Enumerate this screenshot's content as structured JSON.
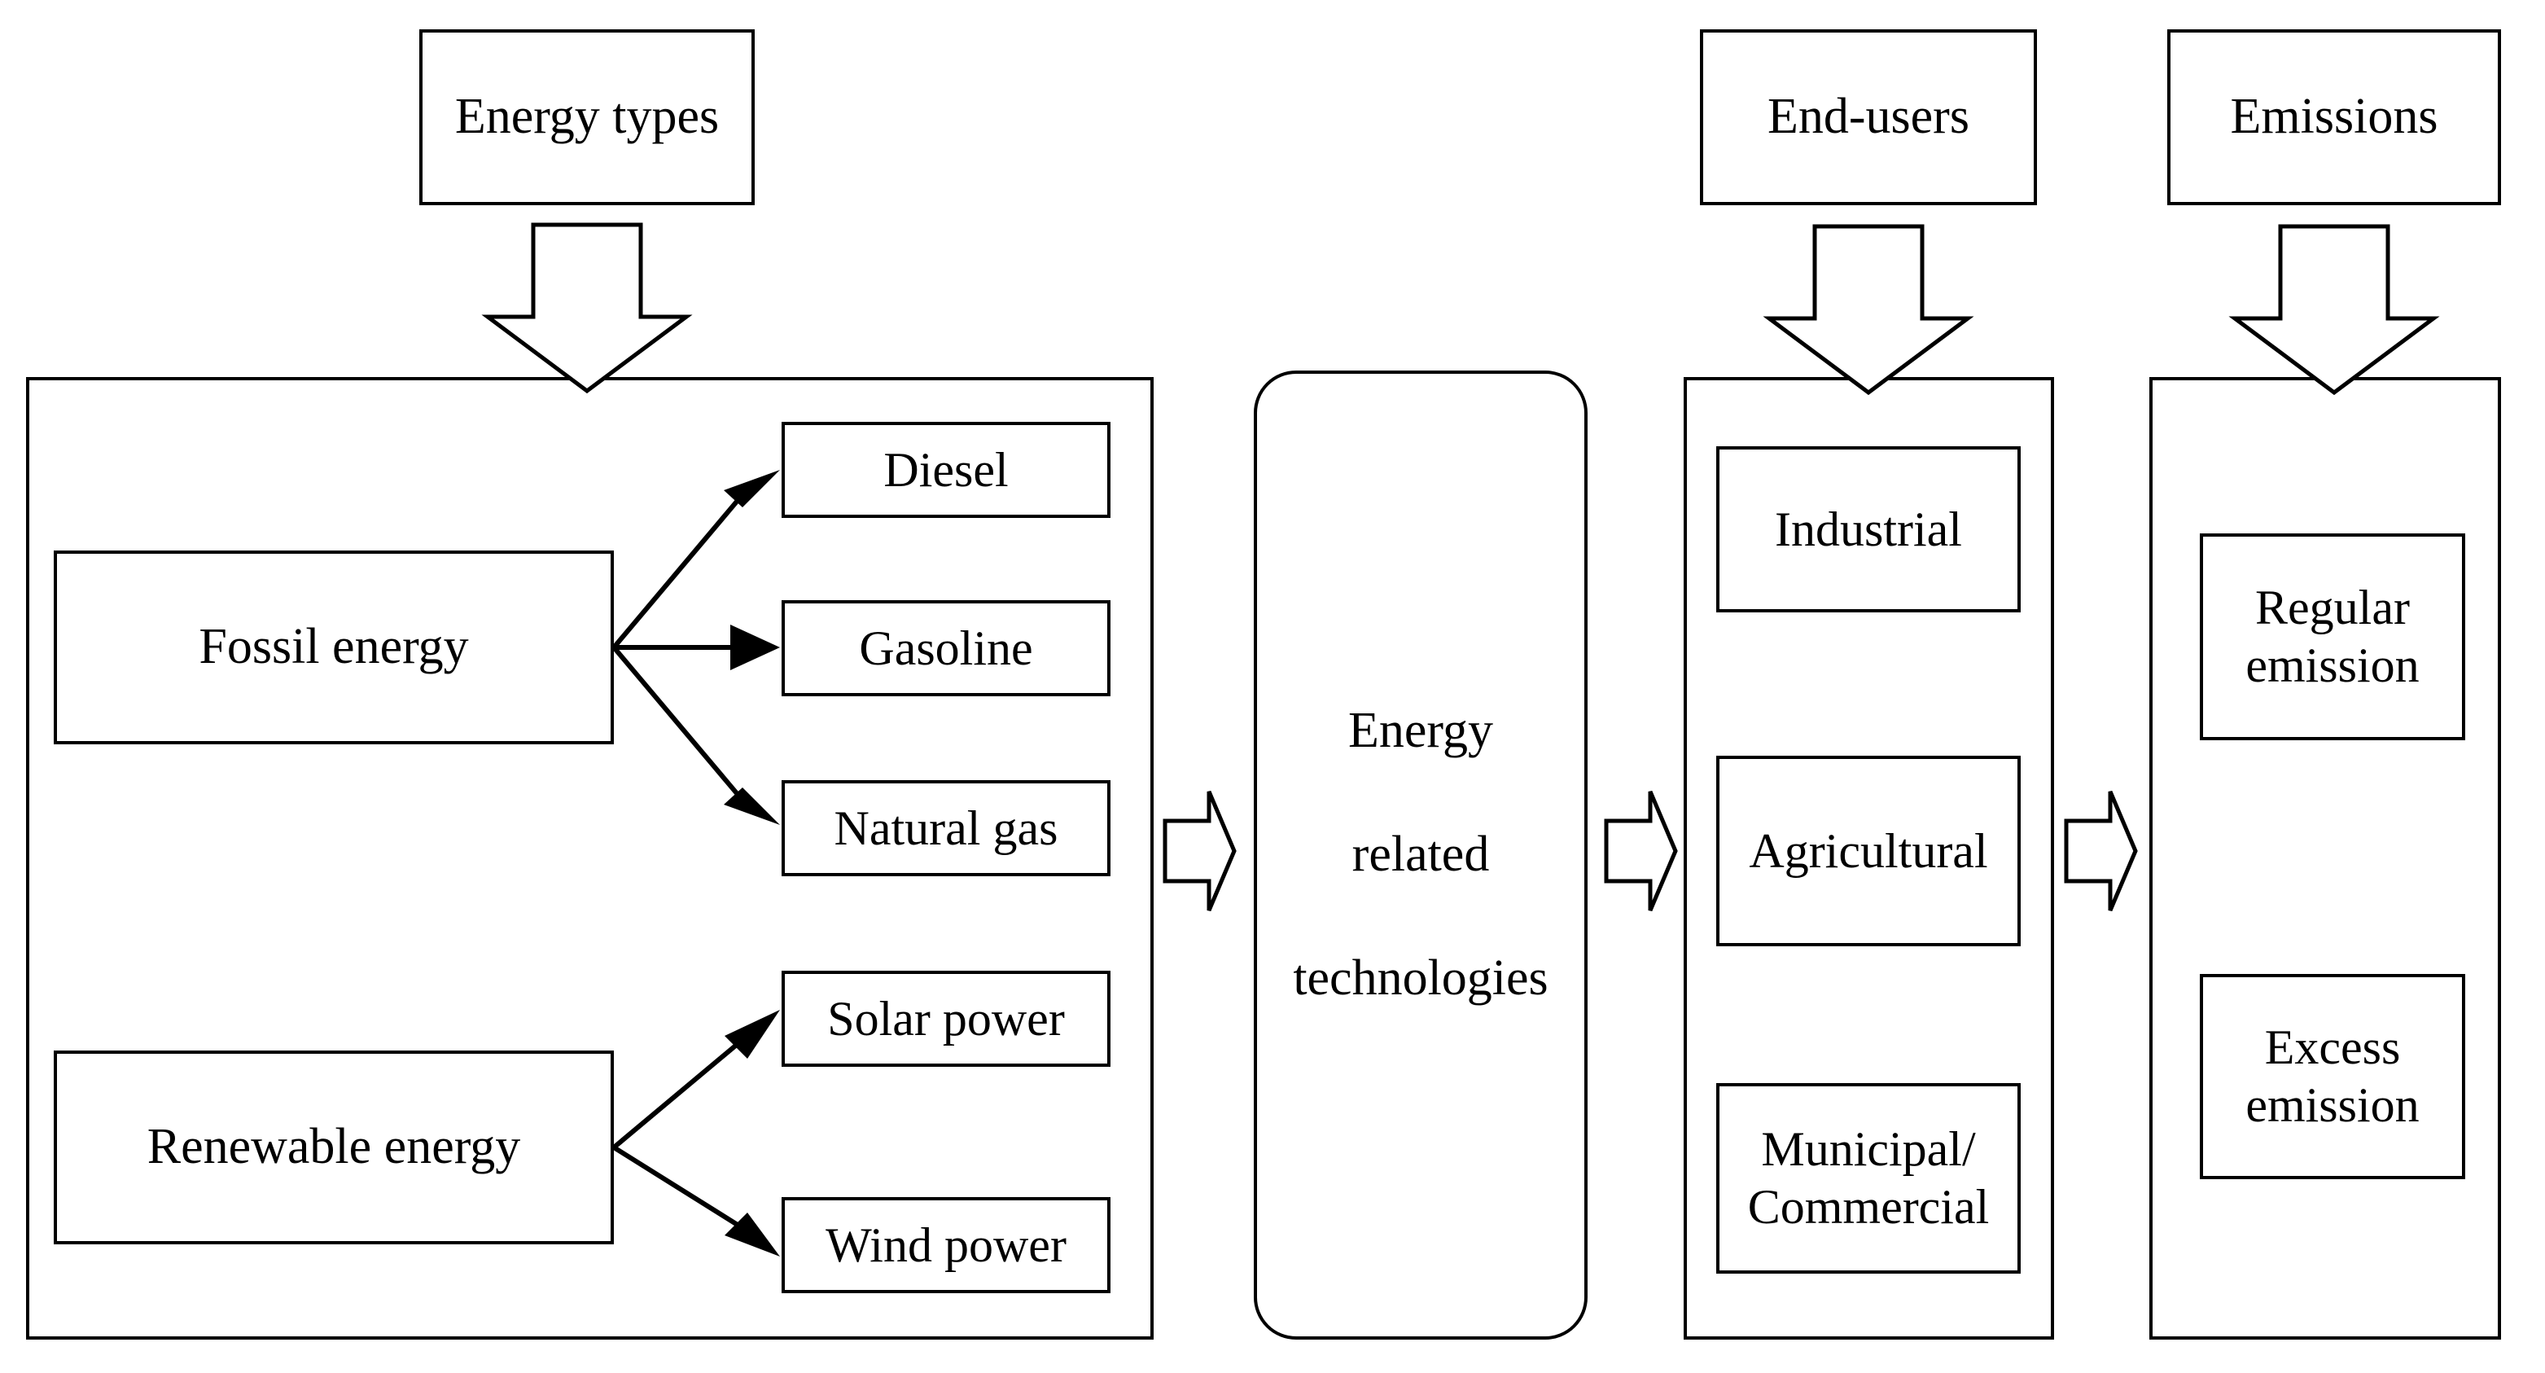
{
  "diagram": {
    "title": "Energy types to emissions flow diagram",
    "background_color": "#ffffff",
    "line_color": "#000000",
    "columns": [
      {
        "header": "Energy types",
        "arrow": "block-arrow-down-icon"
      },
      {
        "header": "End-users",
        "arrow": "block-arrow-down-icon"
      },
      {
        "header": "Emissions",
        "arrow": "block-arrow-down-icon"
      }
    ]
  },
  "headers": {
    "energy_types": "Energy types",
    "end_users": "End-users",
    "emissions": "Emissions"
  },
  "energy_panel": {
    "fossil": {
      "label": "Fossil energy",
      "children": [
        {
          "label": "Diesel"
        },
        {
          "label": "Gasoline"
        },
        {
          "label": "Natural gas"
        }
      ]
    },
    "renewable": {
      "label": "Renewable energy",
      "children": [
        {
          "label": "Solar power"
        },
        {
          "label": "Wind power"
        }
      ]
    }
  },
  "technologies_panel": {
    "lines": [
      "Energy",
      "related",
      "technologies"
    ],
    "label": "Energy related technologies"
  },
  "end_users_panel": {
    "items": [
      {
        "label": "Industrial"
      },
      {
        "label": "Agricultural"
      },
      {
        "label": "Municipal/\nCommercial",
        "line1": "Municipal/",
        "line2": "Commercial"
      }
    ]
  },
  "emissions_panel": {
    "items": [
      {
        "label": "Regular emission",
        "line1": "Regular",
        "line2": "emission"
      },
      {
        "label": "Excess emission",
        "line1": "Excess",
        "line2": "emission"
      }
    ]
  },
  "flow_arrows": {
    "energy_to_tech": "block-arrow-right-icon",
    "tech_to_endusers": "block-arrow-right-icon",
    "endusers_to_emissions": "block-arrow-right-icon"
  }
}
